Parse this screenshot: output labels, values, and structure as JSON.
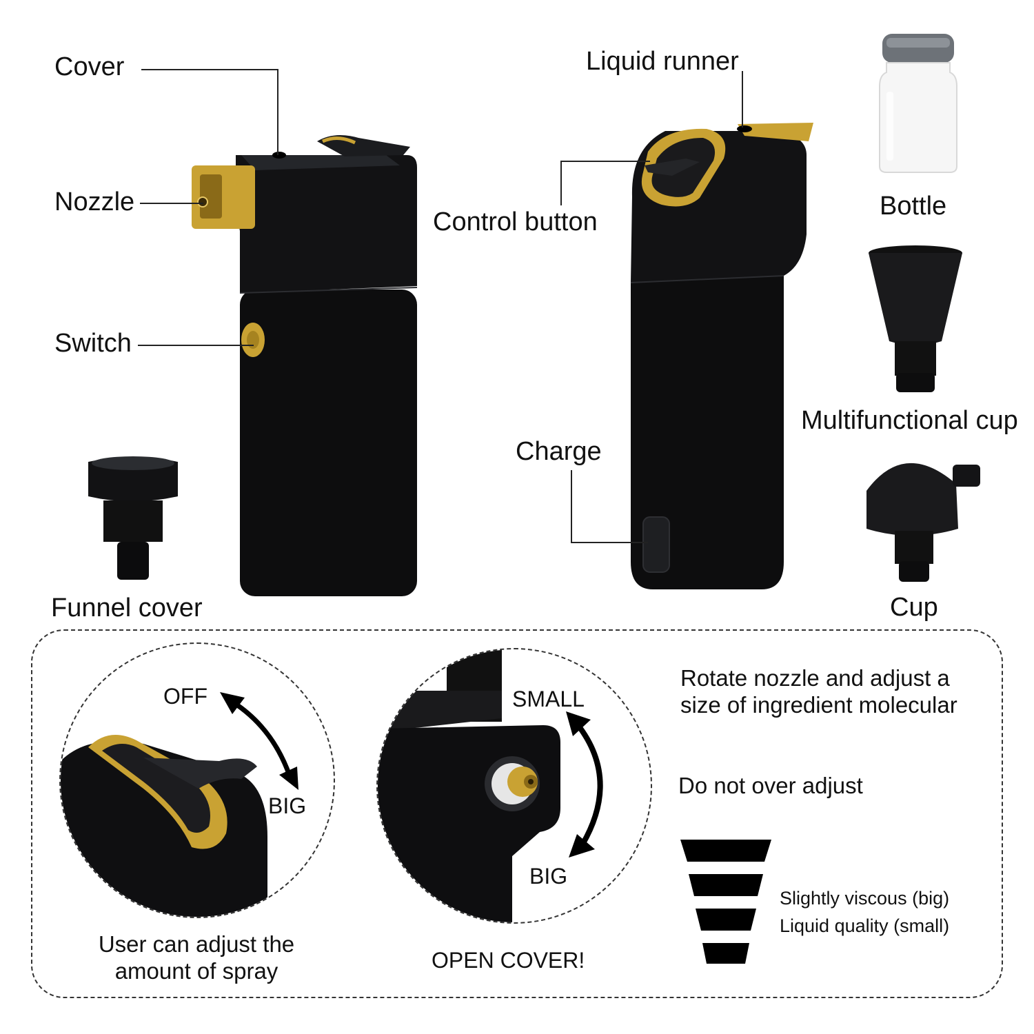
{
  "colors": {
    "body": "#0d0d0e",
    "gold": "#c9a233",
    "gray_cap": "#6d7278"
  },
  "top": {
    "device_left_labels": {
      "cover": "Cover",
      "nozzle": "Nozzle",
      "switch": "Switch",
      "funnel_cover": "Funnel cover"
    },
    "device_right_labels": {
      "liquid_runner": "Liquid runner",
      "control_button": "Control button",
      "charge": "Charge"
    },
    "accessories": {
      "bottle": "Bottle",
      "multifunctional_cup": "Multifunctional cup",
      "cup": "Cup"
    }
  },
  "bottom": {
    "left_circle": {
      "off": "OFF",
      "big": "BIG",
      "caption": "User can adjust the amount of spray"
    },
    "mid_circle": {
      "small": "SMALL",
      "big": "BIG",
      "caption": "OPEN COVER!"
    },
    "notes": {
      "rotate": "Rotate nozzle and adjust a size of ingredient molecular",
      "warning": "Do not over adjust"
    },
    "legend": {
      "viscous": "Slightly viscous (big)",
      "liquid": "Liquid quality (small)"
    }
  }
}
